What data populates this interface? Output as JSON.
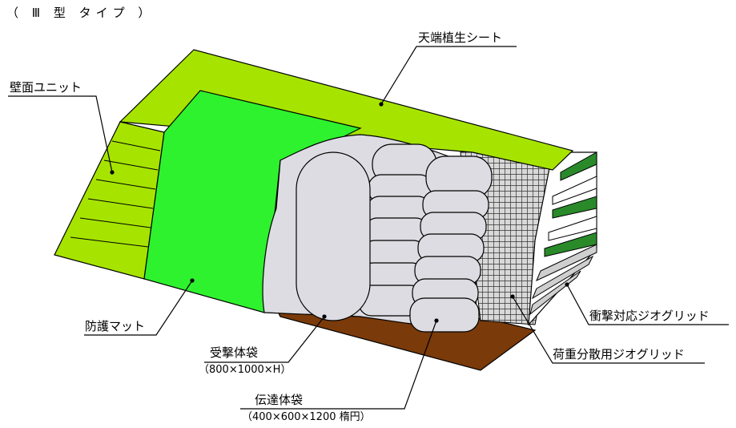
{
  "title": "（ Ⅲ 型 タイプ ）",
  "labels": {
    "top_sheet": "天端植生シート",
    "wall_unit": "壁面ユニット",
    "protect_mat": "防護マット",
    "impact_bag": "受撃体袋",
    "impact_bag_size": "（800×1000×H）",
    "transfer_bag": "伝達体袋",
    "transfer_bag_size": "（400×600×1200 楕円）",
    "impact_grid": "衝撃対応ジオグリッド",
    "load_grid": "荷重分散用ジオグリッド"
  },
  "colors": {
    "top_green": "#a6e400",
    "mat_green": "#2ef22e",
    "bag_gray": "#dcdce2",
    "soil_brown": "#7a3a0a",
    "grid_dark": "#4a4a4a",
    "edge_green": "#2a8a2a"
  }
}
